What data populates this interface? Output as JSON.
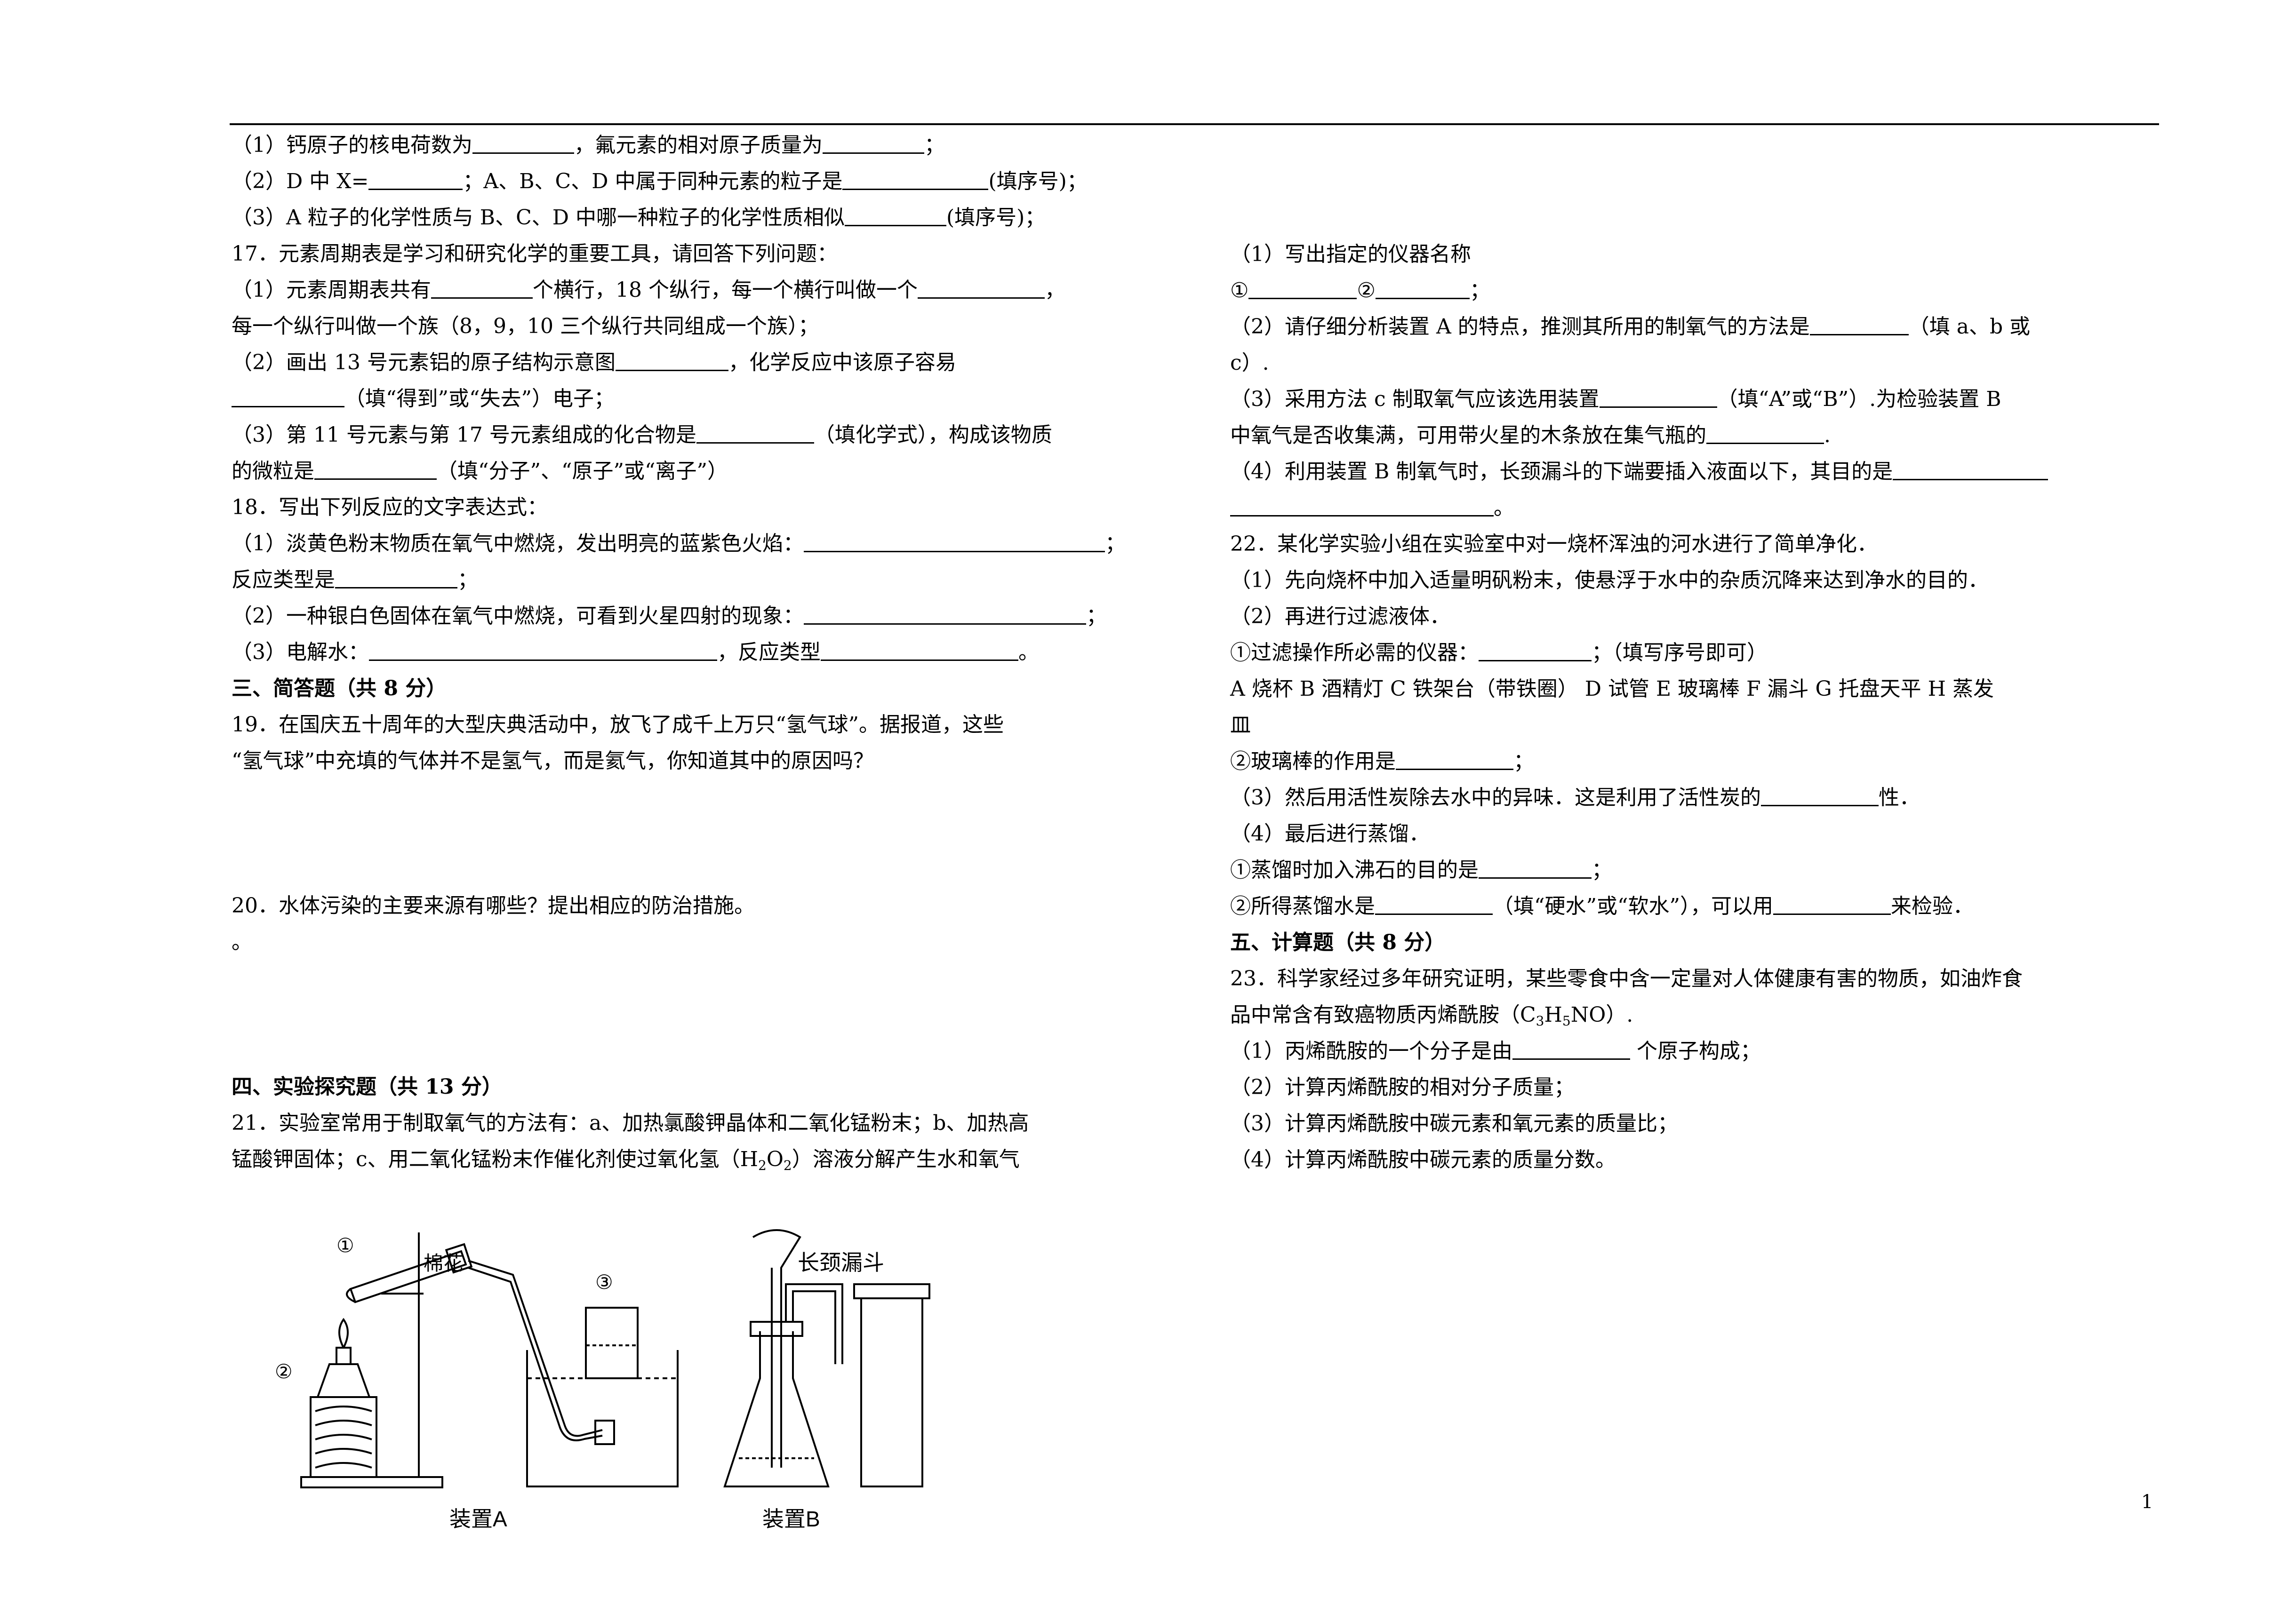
{
  "left_column": {
    "q16": {
      "l1": [
        "（1）钙原子的核电荷数为",
        "，氟元素的相对原子质量为",
        "；"
      ],
      "l2": [
        "（2）D 中 X=",
        "；A、B、C、D 中属于同种元素的粒子是",
        "(填序号)；"
      ],
      "l3": [
        "（3）A 粒子的化学性质与 B、C、D 中哪一种粒子的化学性质相似",
        "(填序号)；"
      ]
    },
    "q17": {
      "l1": "17．元素周期表是学习和研究化学的重要工具，请回答下列问题：",
      "l2": [
        "（1）元素周期表共有",
        "个横行，18 个纵行，每一个横行叫做一个",
        "，"
      ],
      "l3": "每一个纵行叫做一个族（8，9，10 三个纵行共同组成一个族）；",
      "l4": [
        "（2）画出 13 号元素铝的原子结构示意图",
        "，化学反应中该原子容易"
      ],
      "l5": [
        "",
        "（填“得到”或“失去”）电子；"
      ],
      "l6": [
        "（3）第 11 号元素与第 17 号元素组成的化合物是",
        "（填化学式），构成该物质"
      ],
      "l7": [
        "的微粒是",
        "（填“分子”、“原子”或“离子”）"
      ]
    },
    "q18": {
      "l1": "18．写出下列反应的文字表达式：",
      "l2": [
        "（1）淡黄色粉末物质在氧气中燃烧，发出明亮的蓝紫色火焰：",
        "；"
      ],
      "l3": [
        "反应类型是",
        "；"
      ],
      "l4": [
        "（2）一种银白色固体在氧气中燃烧，可看到火星四射的现象：",
        "；"
      ],
      "l5": [
        "（3）电解水：",
        "，反应类型",
        "。"
      ]
    },
    "section3": "三、简答题（共 8 分）",
    "q19": {
      "l1": "19．在国庆五十周年的大型庆典活动中，放飞了成千上万只“氢气球”。据报道，这些",
      "l2": "“氢气球”中充填的气体并不是氢气，而是氦气，你知道其中的原因吗？"
    },
    "q20": {
      "l1": "20．水体污染的主要来源有哪些？提出相应的防治措施。",
      "l2": "。"
    },
    "section4": "四、实验探究题（共 13 分）",
    "q21": {
      "l1": "21．实验室常用于制取氧气的方法有：a、加热氯酸钾晶体和二氧化锰粉末；b、加热高",
      "l2a": "锰酸钾固体；c、用二氧化锰粉末作催化剂使过氧化氢（H",
      "l2sub1": "2",
      "l2mid": "O",
      "l2sub2": "2",
      "l2b": "）溶液分解产生水和氧气"
    },
    "figure": {
      "label_1": "①",
      "label_2": "②",
      "label_3": "③",
      "label_cotton": "棉花",
      "label_funnel": "长颈漏斗",
      "caption_a": "装置A",
      "caption_b": "装置B"
    }
  },
  "right_column": {
    "q21": {
      "l1": "（1）写出指定的仪器名称",
      "l2": [
        "①",
        "②",
        "；"
      ],
      "l3": [
        "（2）请仔细分析装置 A 的特点，推测其所用的制氧气的方法是",
        "（填 a、b 或"
      ],
      "l4": "c）.",
      "l5": [
        "（3）采用方法 c 制取氧气应该选用装置",
        "（填“A”或“B”）.为检验装置 B"
      ],
      "l6": [
        "中氧气是否收集满，可用带火星的木条放在集气瓶的",
        "."
      ],
      "l7": [
        "（4）利用装置 B 制氧气时，长颈漏斗的下端要插入液面以下，其目的是",
        ""
      ],
      "l8": [
        "",
        "。"
      ]
    },
    "q22": {
      "l1": "22．某化学实验小组在实验室中对一烧杯浑浊的河水进行了简单净化．",
      "l2": "（1）先向烧杯中加入适量明矾粉末，使悬浮于水中的杂质沉降来达到净水的目的．",
      "l3": "（2）再进行过滤液体．",
      "l4": [
        "①过滤操作所必需的仪器：",
        "；（填写序号即可）"
      ],
      "l5": "A 烧杯   B 酒精灯 C 铁架台（带铁圈） D 试管  E 玻璃棒  F 漏斗  G 托盘天平  H 蒸发",
      "l6": "皿",
      "l7": [
        "②玻璃棒的作用是",
        "；"
      ],
      "l8": [
        "（3）然后用活性炭除去水中的异味．这是利用了活性炭的",
        "性．"
      ],
      "l9": "（4）最后进行蒸馏．",
      "l10": [
        "①蒸馏时加入沸石的目的是",
        "；"
      ],
      "l11": [
        "②所得蒸馏水是",
        "（填“硬水”或“软水”），可以用",
        "来检验．"
      ]
    },
    "section5": "五、计算题（共 8 分）",
    "q23": {
      "l1": "23．科学家经过多年研究证明，某些零食中含一定量对人体健康有害的物质，如油炸食",
      "l2a": "品中常含有致癌物质丙烯酰胺（C",
      "l2s1": "3",
      "l2b": "H",
      "l2s2": "5",
      "l2c": "NO）.",
      "l3": [
        "（1）丙烯酰胺的一个分子是由",
        " 个原子构成；"
      ],
      "l4": "（2）计算丙烯酰胺的相对分子质量；",
      "l5": "（3）计算丙烯酰胺中碳元素和氧元素的质量比；",
      "l6": "（4）计算丙烯酰胺中碳元素的质量分数。"
    }
  },
  "page_number": "1"
}
